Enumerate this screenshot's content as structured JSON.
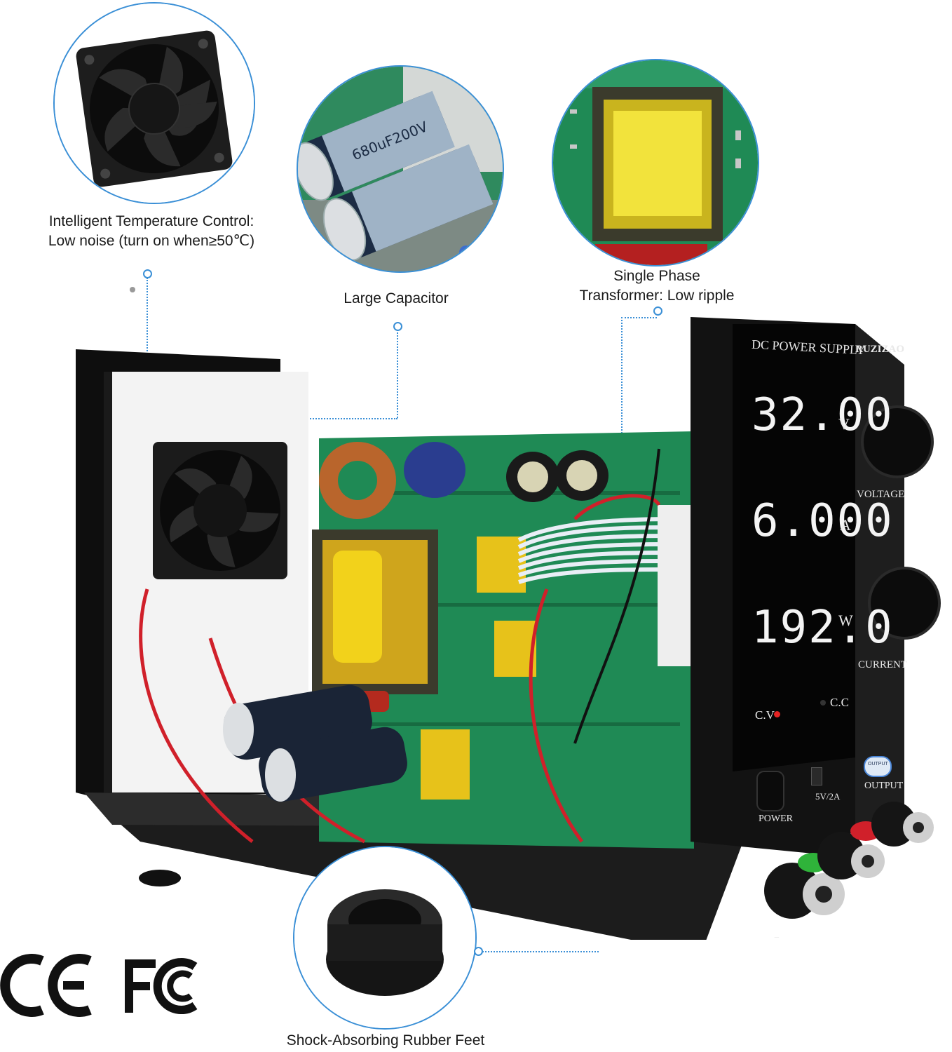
{
  "callouts": {
    "fan_line1": "Intelligent Temperature Control:",
    "fan_line2": "Low noise (turn on when≥50℃)",
    "capacitor": "Large Capacitor",
    "transformer_line1": "Single Phase",
    "transformer_line2": "Transformer: Low ripple",
    "feet": "Shock-Absorbing Rubber Feet"
  },
  "device": {
    "title": "DC POWER SUPPLY",
    "brand": "RUZIZAO",
    "voltage_value": "32.00",
    "voltage_unit": "V",
    "current_value": "6.000",
    "current_unit": "A",
    "power_value": "192.0",
    "power_unit": "W",
    "knob_voltage_label": "VOLTAGE",
    "knob_current_label": "CURRENT",
    "cv_label": "C.V",
    "cc_label": "C.C",
    "output_button_label": "OUTPUT",
    "output_label": "OUTPUT",
    "power_label": "POWER",
    "usb_label": "5V/2A",
    "minus_label": "−"
  },
  "capacitor_marking": "680uF200V",
  "certifications": [
    "CE",
    "FC"
  ],
  "colors": {
    "accent_blue": "#3a8fd6",
    "pcb_green": "#1f8a55",
    "coil_yellow": "#f2d21b",
    "chassis_black": "#141414",
    "terminal_red": "#d0202a",
    "terminal_green": "#2fb33a"
  }
}
